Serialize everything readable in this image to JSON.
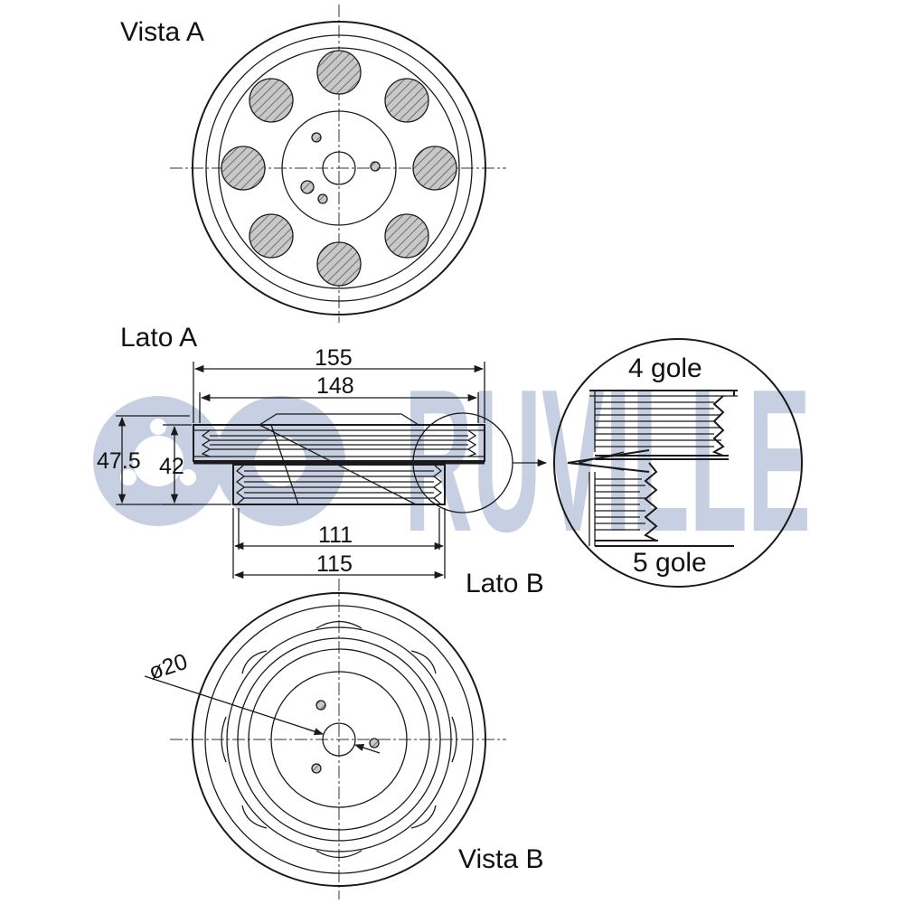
{
  "watermark": {
    "text": "RUVILLE",
    "color": "#c7d0e2"
  },
  "views": {
    "top_title": "Vista A",
    "side_top_label": "Lato A",
    "side_bottom_label": "Lato B",
    "bottom_title": "Vista B"
  },
  "dimensions": {
    "width_outer": "155",
    "width_inner": "148",
    "height_outer": "47.5",
    "height_inner": "42",
    "rear_width_inner": "111",
    "rear_width_outer": "115",
    "hole_diameter": "ø20"
  },
  "detail": {
    "grooves_top": "4 gole",
    "grooves_bottom": "5 gole"
  },
  "colors": {
    "line": "#1a1a1a",
    "hatch": "#777777",
    "watermark": "#c7d0e2"
  }
}
